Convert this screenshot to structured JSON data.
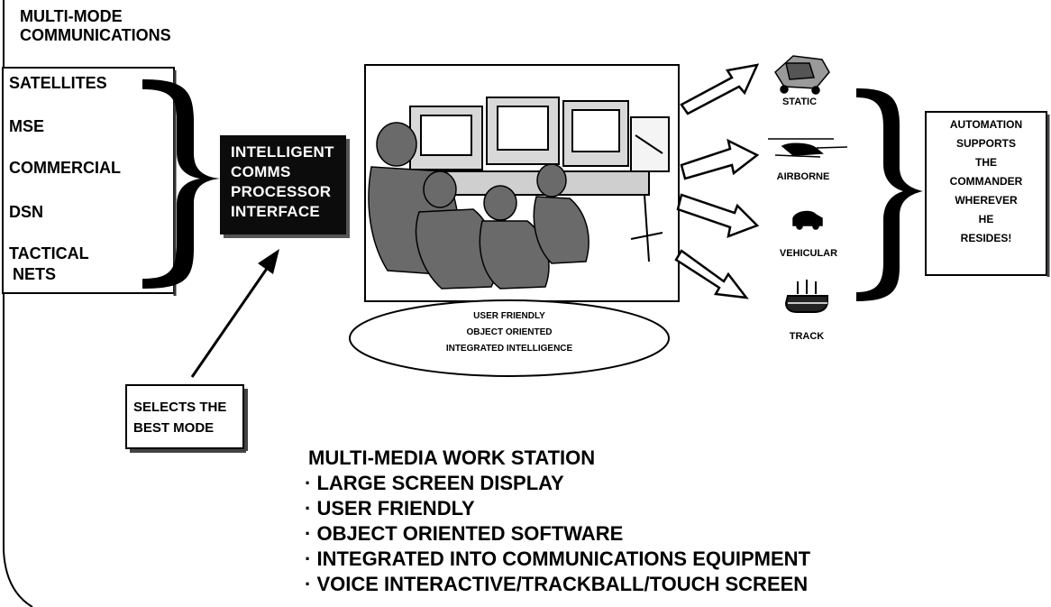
{
  "header": {
    "line1": "MULTI-MODE",
    "line2": "COMMUNICATIONS"
  },
  "sources": [
    "SATELLITES",
    "MSE",
    "COMMERCIAL",
    "DSN",
    "TACTICAL",
    "NETS"
  ],
  "processor": {
    "lines": [
      "INTELLIGENT",
      "COMMS",
      "PROCESSOR",
      "INTERFACE"
    ]
  },
  "selector_note": {
    "line1": "SELECTS THE",
    "line2": "BEST MODE"
  },
  "workstation_image": {
    "icon": "workstation-illustration"
  },
  "features_ellipse": {
    "lines": [
      "USER FRIENDLY",
      "OBJECT ORIENTED",
      "INTEGRATED INTELLIGENCE"
    ]
  },
  "targets": [
    {
      "label": "STATIC",
      "icon": "shelter-icon"
    },
    {
      "label": "AIRBORNE",
      "icon": "helicopter-icon"
    },
    {
      "label": "VEHICULAR",
      "icon": "vehicle-icon"
    },
    {
      "label": "TRACK",
      "icon": "tracked-vehicle-icon"
    }
  ],
  "automation": {
    "lines": [
      "AUTOMATION",
      "SUPPORTS",
      "THE",
      "COMMANDER",
      "WHEREVER",
      "HE",
      "RESIDES!"
    ]
  },
  "workstation": {
    "title": "MULTI-MEDIA WORK STATION",
    "bullets": [
      "LARGE SCREEN DISPLAY",
      "USER FRIENDLY",
      "OBJECT ORIENTED SOFTWARE",
      "INTEGRATED INTO COMMUNICATIONS EQUIPMENT",
      "VOICE INTERACTIVE/TRACKBALL/TOUCH SCREEN"
    ],
    "bullet_char": "·"
  }
}
